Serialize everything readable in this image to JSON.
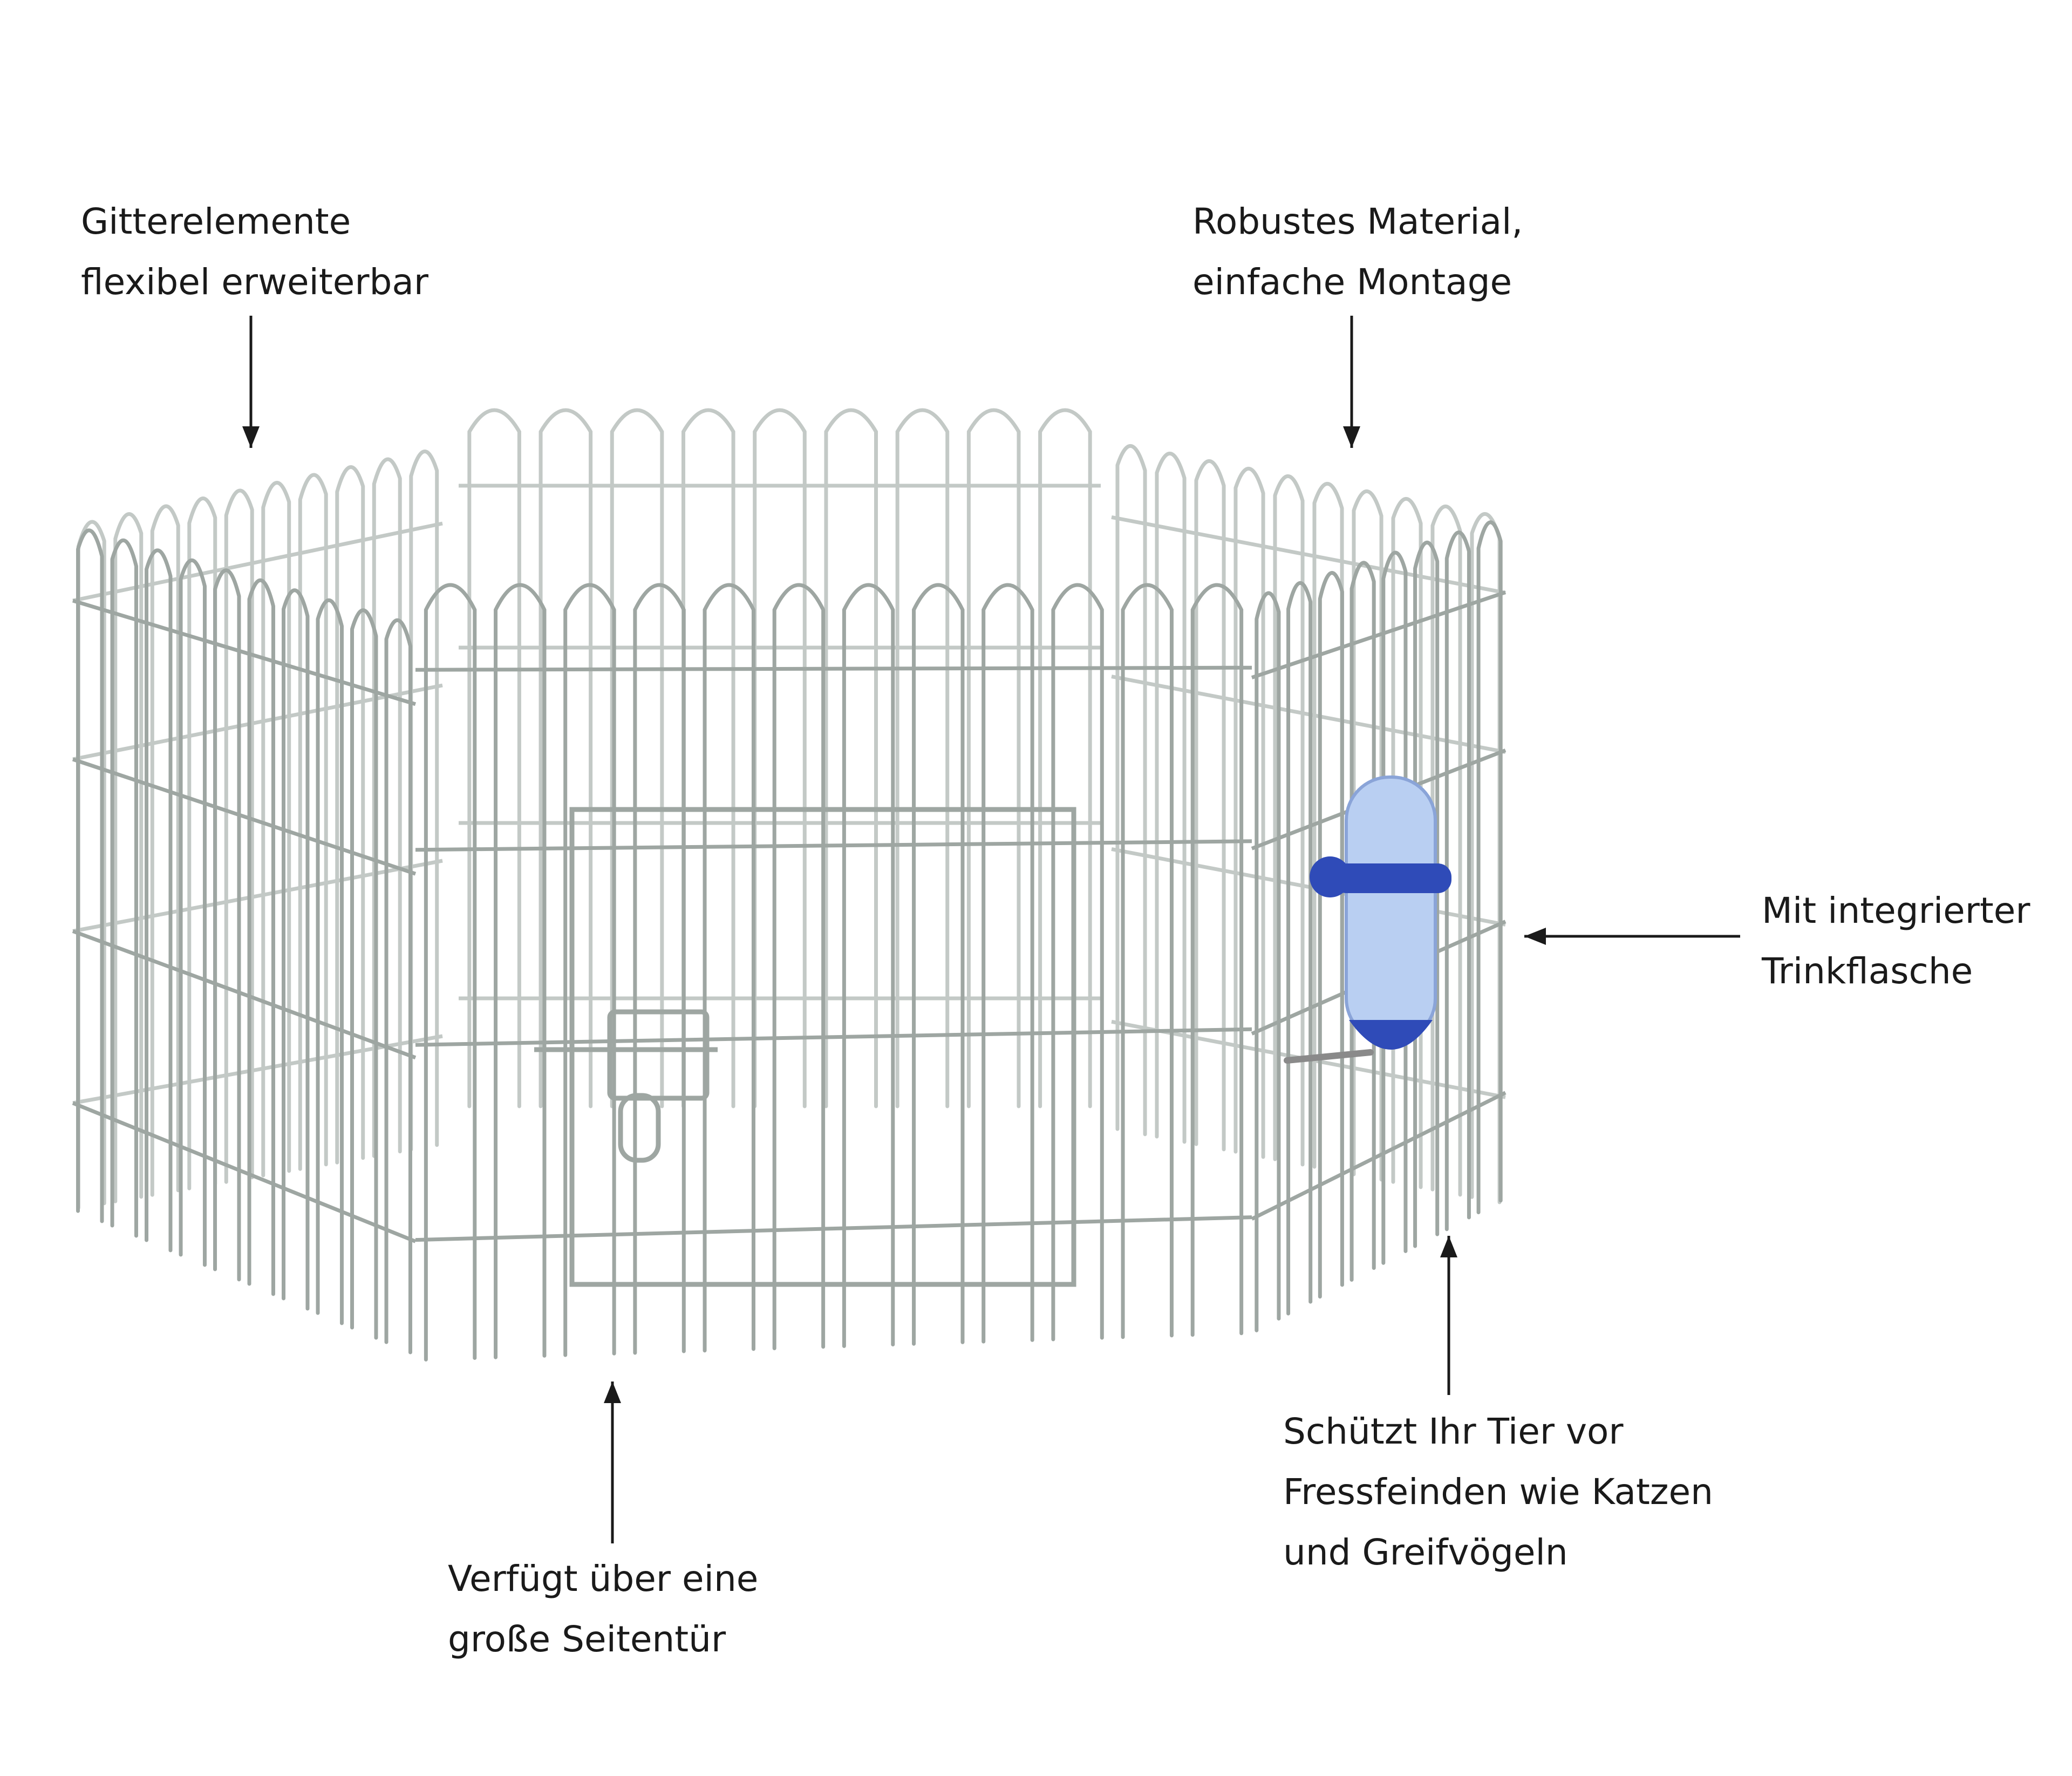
{
  "annotations": {
    "grid": {
      "line1": "Gitterelemente",
      "line2": "flexibel erweiterbar"
    },
    "material": {
      "line1": "Robustes Material,",
      "line2": "einfache Montage"
    },
    "bottle": {
      "line1": "Mit integrierter",
      "line2": "Trinkflasche"
    },
    "protect": {
      "line1": "Schützt Ihr Tier vor",
      "line2": "Fressfeinden wie Katzen",
      "line3": "und Greifvögeln"
    },
    "door": {
      "line1": "Verfügt über eine",
      "line2": "große Seitentür"
    }
  },
  "colors": {
    "wire": "#c3c9c6",
    "wire_dark": "#9ea6a2",
    "text": "#1a1a1a",
    "bottle_body": "#b9cff2",
    "bottle_cap": "#2f4bb8"
  },
  "icons": {
    "arrow": "arrow-icon",
    "bottle": "water-bottle-icon"
  }
}
